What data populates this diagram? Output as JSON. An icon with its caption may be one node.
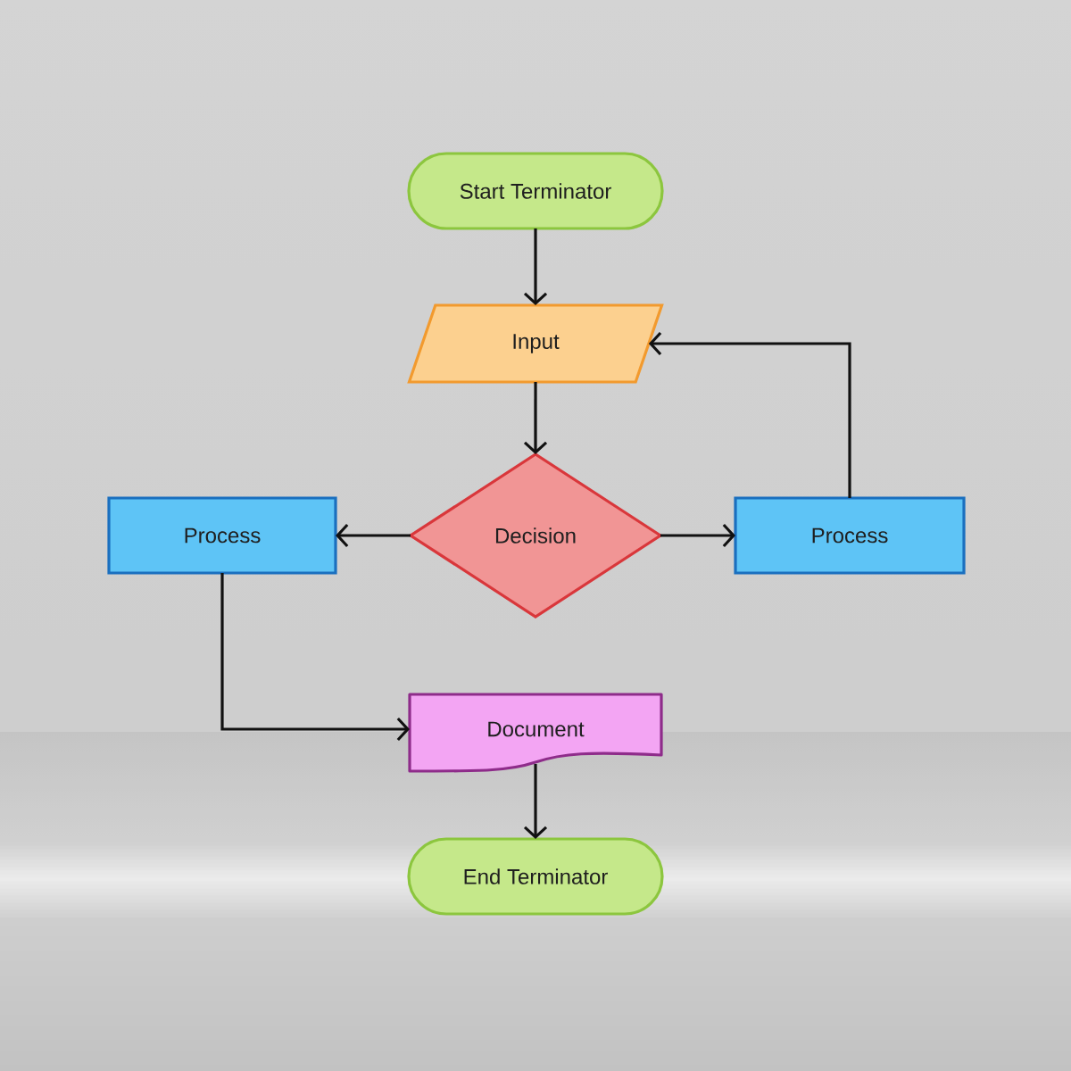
{
  "diagram": {
    "nodes": [
      {
        "text": [
          "Start Terminator"
        ]
      },
      {
        "text": [
          "Input"
        ]
      },
      {
        "text": [
          "Decision"
        ]
      },
      {
        "text": [
          "Process"
        ]
      },
      {
        "text": [
          "Process"
        ]
      },
      {
        "text": [
          "Document"
        ]
      },
      {
        "text": [
          "End Terminator"
        ]
      }
    ],
    "edges": [
      {
        "from": 0,
        "to": 1,
        "arrow": "to"
      },
      {
        "from": 1,
        "to": 2,
        "arrow": "to"
      },
      {
        "from": 2,
        "to": 3,
        "arrow": "to"
      },
      {
        "from": 2,
        "to": 4,
        "arrow": "to"
      },
      {
        "from": 4,
        "to": 1,
        "arrow": "to"
      },
      {
        "from": 3,
        "to": 5,
        "arrow": "to"
      },
      {
        "from": 5,
        "to": 6,
        "arrow": "to"
      }
    ]
  }
}
